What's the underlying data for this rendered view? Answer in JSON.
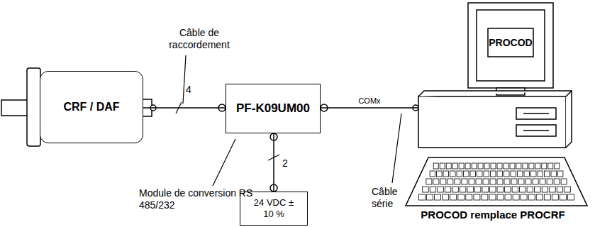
{
  "diagram": {
    "nodes": [
      {
        "text": [
          "CRF / DAF"
        ]
      },
      {
        "text": [
          "PF-K09UM00"
        ]
      },
      {
        "text": [
          "24 VDC ± 10 %"
        ]
      },
      {
        "text": [
          "PROCOD"
        ]
      }
    ],
    "edges": [
      {
        "from": 0,
        "to": 1,
        "arrow": "none"
      },
      {
        "from": 1,
        "to": 2,
        "arrow": "none"
      },
      {
        "from": 1,
        "to": 3,
        "label": "COMx",
        "arrow": "none"
      }
    ],
    "labels": [
      "Câble de raccordement",
      "4",
      "2",
      "Module de conversion RS 485/232",
      "Câble série",
      "PROCOD remplace PROCRF"
    ]
  }
}
